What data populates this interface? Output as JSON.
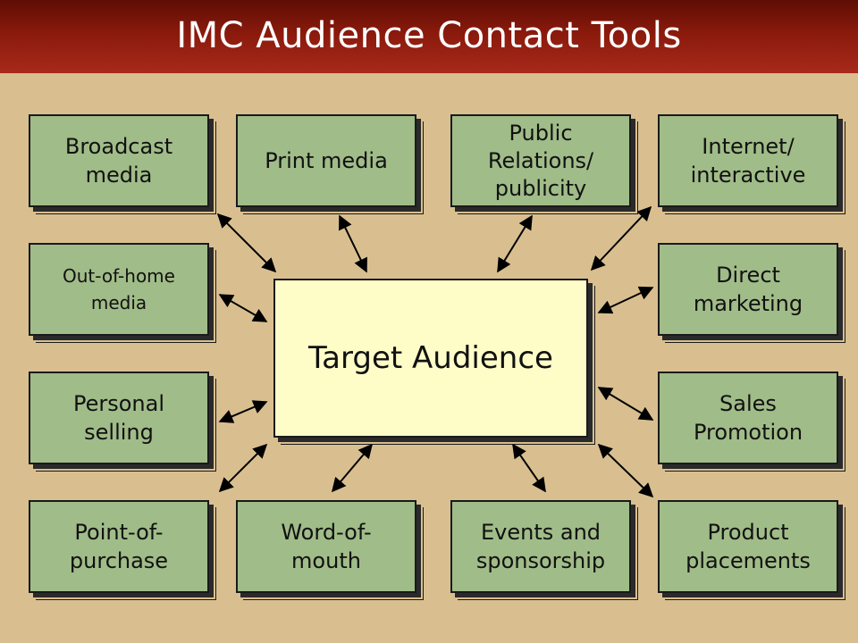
{
  "title": "IMC Audience Contact Tools",
  "center": {
    "label": "Target Audience"
  },
  "tools": [
    {
      "id": "broadcast",
      "lines": [
        "Broadcast",
        "media"
      ]
    },
    {
      "id": "print",
      "lines": [
        "Print media"
      ]
    },
    {
      "id": "pr",
      "lines": [
        "Public",
        "Relations/",
        "publicity"
      ]
    },
    {
      "id": "internet",
      "lines": [
        "Internet/",
        "interactive"
      ]
    },
    {
      "id": "ooh",
      "lines": [
        "Out-of-home",
        "media"
      ]
    },
    {
      "id": "direct",
      "lines": [
        "Direct",
        "marketing"
      ]
    },
    {
      "id": "personal",
      "lines": [
        "Personal",
        "selling"
      ]
    },
    {
      "id": "sales",
      "lines": [
        "Sales",
        "Promotion"
      ]
    },
    {
      "id": "pop",
      "lines": [
        "Point-of-",
        "purchase"
      ]
    },
    {
      "id": "wom",
      "lines": [
        "Word-of-",
        "mouth"
      ]
    },
    {
      "id": "events",
      "lines": [
        "Events and",
        "sponsorship"
      ]
    },
    {
      "id": "placement",
      "lines": [
        "Product",
        "placements"
      ]
    }
  ]
}
